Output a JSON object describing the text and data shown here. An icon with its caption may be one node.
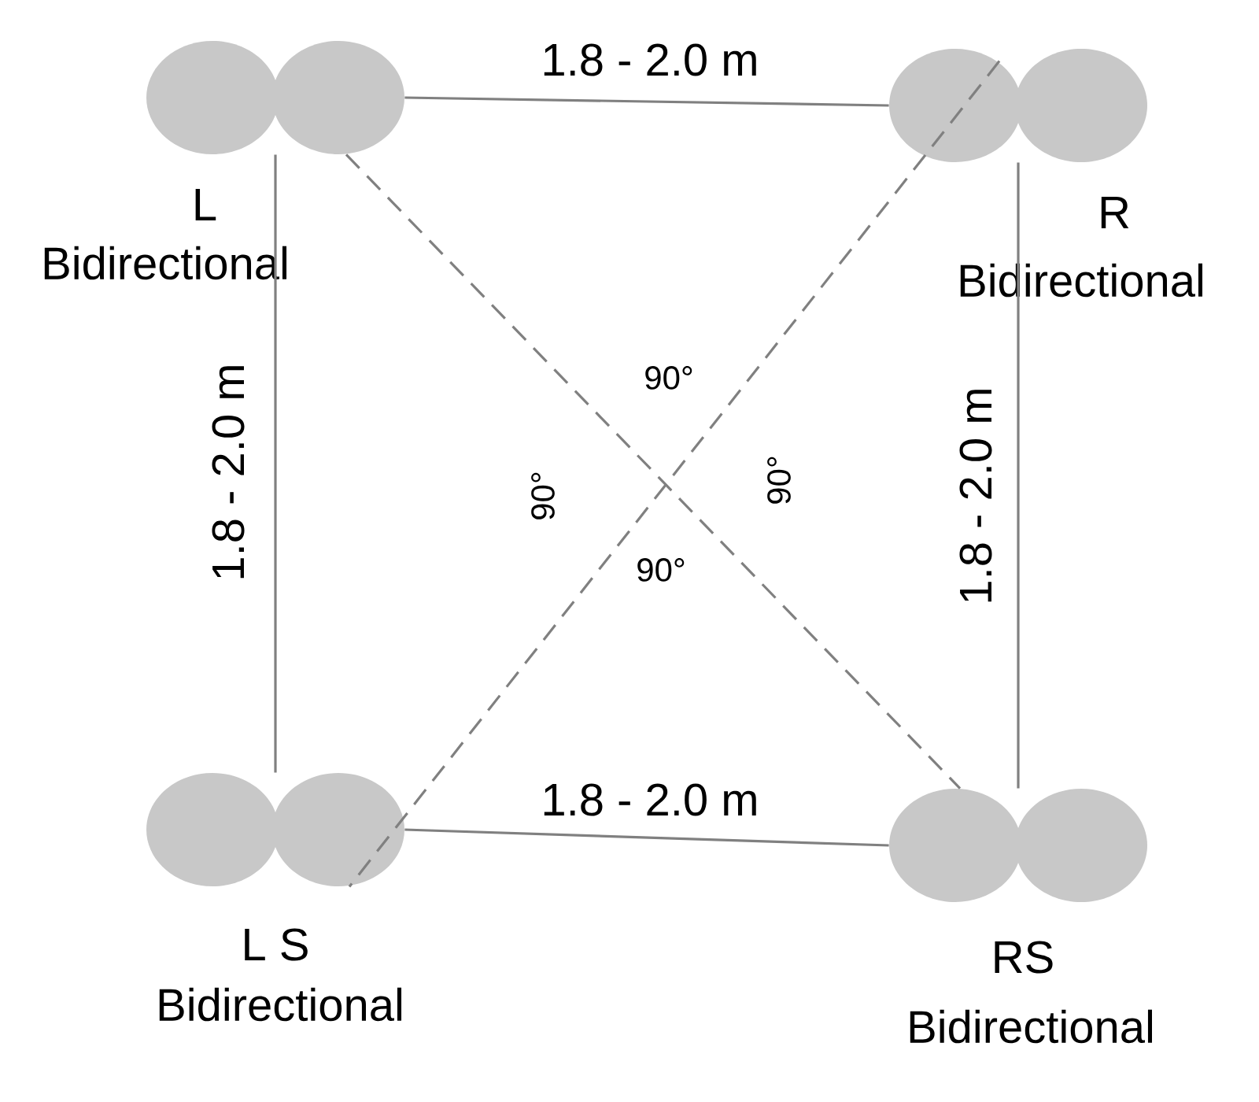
{
  "diagram": {
    "nodes": [
      {
        "text": [
          "L",
          "Bidirectional"
        ]
      },
      {
        "text": [
          "R",
          "Bidirectional"
        ]
      },
      {
        "text": [
          "L S",
          "Bidirectional"
        ]
      },
      {
        "text": [
          "RS",
          "Bidirectional"
        ]
      }
    ],
    "edges": [
      {
        "from": 0,
        "to": 1,
        "arrow": "none",
        "label": "1.8 - 2.0 m"
      },
      {
        "from": 0,
        "to": 2,
        "arrow": "none",
        "label": "1.8 - 2.0 m"
      },
      {
        "from": 1,
        "to": 3,
        "arrow": "none",
        "label": "1.8 - 2.0 m"
      },
      {
        "from": 2,
        "to": 3,
        "arrow": "none",
        "label": "1.8 - 2.0 m"
      },
      {
        "from": 0,
        "to": 3,
        "arrow": "none",
        "style": "dashed"
      },
      {
        "from": 1,
        "to": 2,
        "arrow": "none",
        "style": "dashed"
      }
    ],
    "labels": [
      "90°",
      "90°",
      "90°",
      "90°"
    ]
  }
}
